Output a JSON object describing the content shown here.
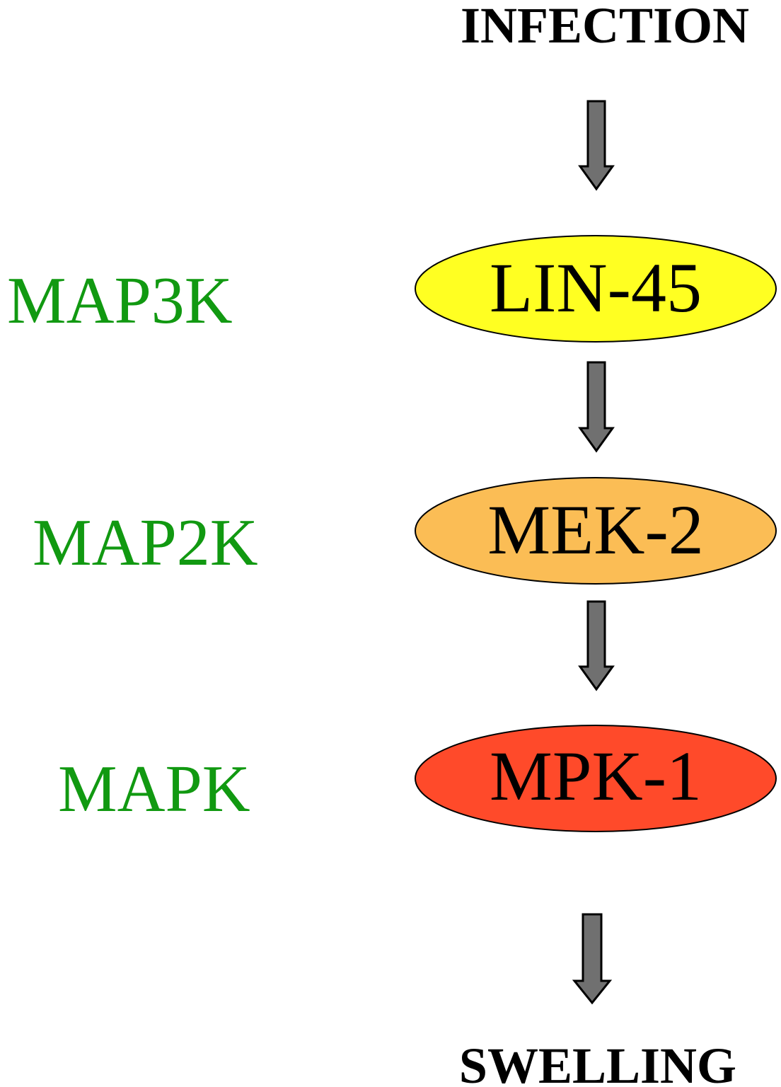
{
  "diagram": {
    "input": "INFECTION",
    "output": "SWELLING",
    "kinases": [
      {
        "level": "MAP3K",
        "protein": "LIN-45",
        "fill": "#FFFF22"
      },
      {
        "level": "MAP2K",
        "protein": "MEK-2",
        "fill": "#FBBD55"
      },
      {
        "level": "MAPK",
        "protein": "MPK-1",
        "fill": "#FF4A2A"
      }
    ],
    "colors": {
      "level_text": "#119911",
      "arrow_fill": "#707070",
      "outline": "#000000"
    }
  }
}
